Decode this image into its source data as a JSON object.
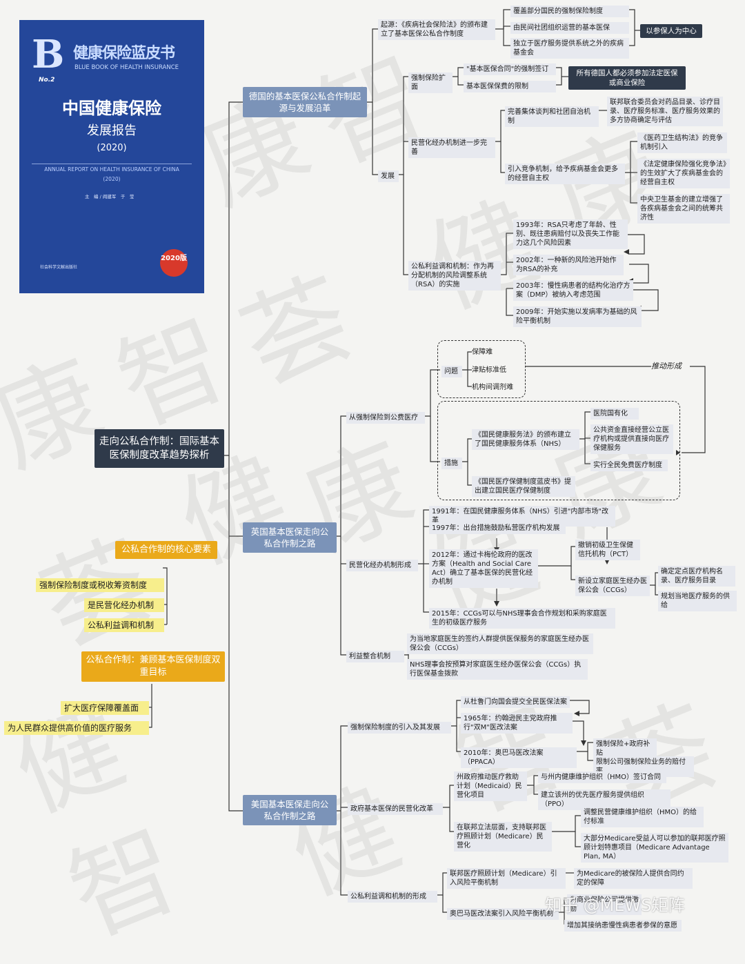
{
  "cover": {
    "big_letter": "B",
    "series_title": "健康保险蓝皮书",
    "series_en": "BLUE BOOK OF HEALTH INSURANCE",
    "number": "No.2",
    "title_line1": "中国健康保险",
    "title_line2": "发展报告",
    "title_year": "(2020)",
    "title_en": "ANNUAL REPORT ON HEALTH INSURANCE OF CHINA",
    "title_en_year": "(2020)",
    "editors": "主　编 / 阎建军　于　莹",
    "badge": "2020版",
    "publisher": "社会科学文献出版社"
  },
  "root": "走向公私合作制：国际基本医保制度改革趋势探析",
  "left": {
    "core_title": "公私合作制的核心要素",
    "core_items": [
      "强制保险制度或税收筹资制度",
      "是民营化经办机制",
      "公私利益调和机制"
    ],
    "goal_title": "公私合作制：兼顾基本医保制度双重目标",
    "goal_items": [
      "扩大医疗保障覆盖面",
      "为人民群众提供高价值的医疗服务"
    ]
  },
  "germany": {
    "topic": "德国的基本医保公私合作制起源与发展沿革",
    "origin": "起源：《疾病社会保险法》的颁布建立了基本医保公私合作制度",
    "origin_items": [
      "覆盖部分国民的强制保险制度",
      "由民间社团组织运营的基本医保",
      "独立于医疗服务提供系统之外的疾病基金会"
    ],
    "origin_result": "以参保人为中心",
    "dev": "发展",
    "mandatory": "强制保险扩面",
    "mandatory_items": [
      "\"基本医保合同\"的强制签订",
      "基本医保保费的限制"
    ],
    "mandatory_result": "所有德国人都必须参加法定医保或商业保险",
    "privatize": "民营化经办机制进一步完善",
    "bargain": "完善集体谈判和社团自治机制",
    "bargain_detail": "联邦联合委员会对药品目录、诊疗目录、医疗服务标准、医疗服务效果的多方协商确定与评估",
    "compete": "引入竞争机制，给予疾病基金会更多的经营自主权",
    "compete_items": [
      "《医药卫生结构法》的竞争机制引入",
      "《法定健康保险强化竞争法》的生效扩大了疾病基金会的经营自主权",
      "中央卫生基金的建立增强了各疾病基金会之间的统筹共济性"
    ],
    "rsa": "公私利益调和机制：作为再分配机制的风险调整系统（RSA）的实施",
    "rsa_items": [
      "1993年：RSA只考虑了年龄、性别、既往患病赔付以及丧失工作能力这几个风险因素",
      "2002年：一种新的风险池开始作为RSA的补充",
      "2003年：慢性病患者的结构化治疗方案（DMP）被纳入考虑范围",
      "2009年：开始实施以发病率为基础的风险平衡机制"
    ]
  },
  "uk": {
    "topic": "英国基本医保走向公私合作制之路",
    "mandatory": "从强制保险到公费医疗",
    "problem": "问题",
    "problem_items": [
      "保障难",
      "津贴标准低",
      "机构间调剂难"
    ],
    "push": "推动形成",
    "measures": "措施",
    "nhs": "《国民健康服务法》的颁布建立了国民健康服务体系（NHS）",
    "nhs_items": [
      "医院国有化",
      "公共资金直接经营公立医疗机构或提供直接向医疗保健服务",
      "实行全民免费医疗制度"
    ],
    "blue_book": "《国民医疗保健制度蓝皮书》提出建立国民医疗保健制度",
    "privatize": "民营化经办机制形成",
    "y1991": "1991年：在国民健康服务体系（NHS）引进\"内部市场\"改革",
    "y1997": "1997年：出台措施鼓励私营医疗机构发展",
    "y2012": "2012年：通过卡梅伦政府的医改方案（Health and Social Care Act）确立了基本医保的民营化经办机制",
    "y2012_items": [
      "撤销初级卫生保健信托机构（PCT）",
      "新设立家庭医生经办医保公会（CCGs）"
    ],
    "ccg_items": [
      "确定定点医疗机构名录、医疗服务目录",
      "规划当地医疗服务的供给"
    ],
    "y2015": "2015年：CCGs可以与NHS理事会合作规划和采购家庭医生的初级医疗服务",
    "interest": "利益整合机制",
    "interest_items": [
      "为当地家庭医生的签约人群提供医保服务的家庭医生经办医保公会（CCGs）",
      "NHS理事会按预算对家庭医生经办医保公会（CCGs）执行医保基金拨款"
    ]
  },
  "us": {
    "topic": "美国基本医保走向公私合作制之路",
    "mandatory": "强制保险制度的引入及其发展",
    "m_items": [
      "从杜鲁门向国会提交全民医保法案",
      "1965年：约翰逊民主党政府推行\"双M\"医改法案",
      "2010年：奥巴马医改法案（PPACA）"
    ],
    "m_results": [
      "强制保险+政府补贴",
      "限制公司强制保险业务的赔付率"
    ],
    "gov": "政府基本医保的民营化改革",
    "medicaid": "州政府推动医疗救助计划（Medicaid）民营化项目",
    "medicaid_items": [
      "与州内健康维护组织（HMO）签订合同",
      "建立该州的优先医疗服务提供组织（PPO）"
    ],
    "medicare": "在联邦立法层面，支持联邦医疗照顾计划（Medicare）民营化",
    "medicare_items": [
      "调整民营健康维护组织（HMO）的给付标准",
      "大部分Medicare受益人可以参加的联邦医疗照顾计划特惠项目（Medicare Advantage Plan, MA）"
    ],
    "interest": "公私利益调和机制的形成",
    "risk1": "联邦医疗照顾计划（Medicare）引入风险平衡机制",
    "risk1_result": "为Medicare的被保险人提供合同约定的保障",
    "risk2": "奥巴马医改法案引入风险平衡机制",
    "risk2_results": [
      "为商业保险公司提供激励",
      "增加其接纳患慢性病患者参保的意愿"
    ]
  },
  "credit": "知乎 @MEWS矩阵",
  "watermark": [
    "健",
    "康",
    "智",
    "荟"
  ]
}
